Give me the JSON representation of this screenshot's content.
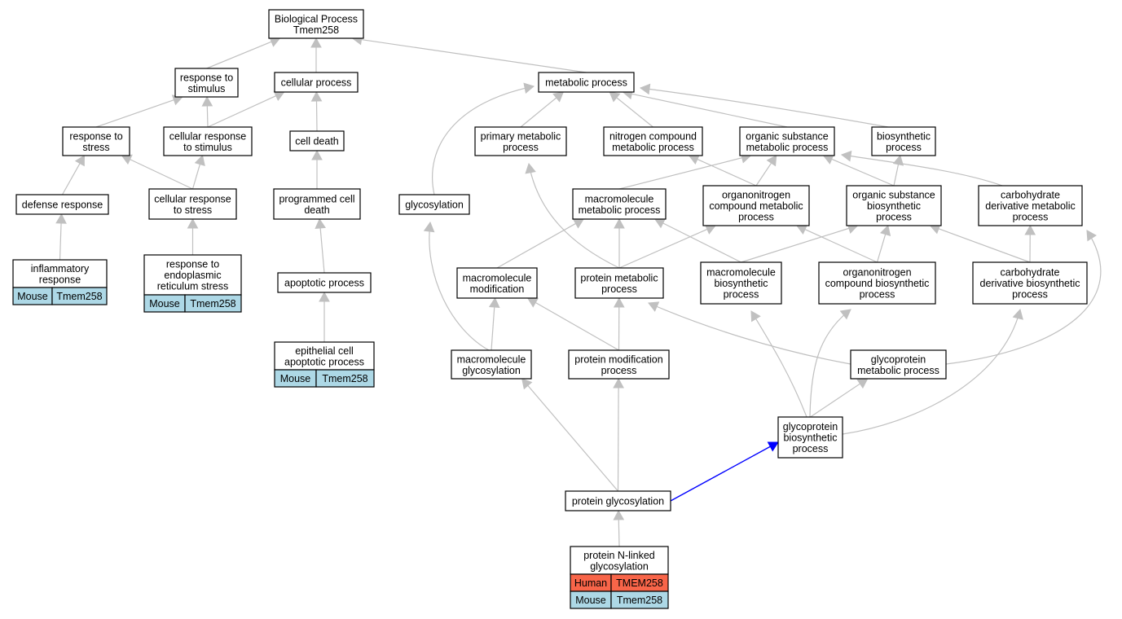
{
  "colors": {
    "edge": "#c0c0c0",
    "highlight_edge": "#0000ff",
    "mouse_fill": "#add8e6",
    "human_fill": "#f86549",
    "node_fill": "#ffffff",
    "node_border": "#000000"
  },
  "nodes": [
    {
      "id": "bp",
      "lines": [
        "Biological Process",
        "Tmem258"
      ]
    },
    {
      "id": "rts",
      "lines": [
        "response to",
        "stimulus"
      ]
    },
    {
      "id": "cp",
      "lines": [
        "cellular process"
      ]
    },
    {
      "id": "mp",
      "lines": [
        "metabolic process"
      ]
    },
    {
      "id": "rtstress",
      "lines": [
        "response to",
        "stress"
      ]
    },
    {
      "id": "crts",
      "lines": [
        "cellular response",
        "to stimulus"
      ]
    },
    {
      "id": "cd",
      "lines": [
        "cell death"
      ]
    },
    {
      "id": "pmp",
      "lines": [
        "primary metabolic",
        "process"
      ]
    },
    {
      "id": "ncmp",
      "lines": [
        "nitrogen compound",
        "metabolic process"
      ]
    },
    {
      "id": "osmp",
      "lines": [
        "organic substance",
        "metabolic process"
      ]
    },
    {
      "id": "biop",
      "lines": [
        "biosynthetic",
        "process"
      ]
    },
    {
      "id": "dr",
      "lines": [
        "defense response"
      ]
    },
    {
      "id": "crtstress",
      "lines": [
        "cellular response",
        "to stress"
      ]
    },
    {
      "id": "pcd",
      "lines": [
        "programmed cell",
        "death"
      ]
    },
    {
      "id": "glyc",
      "lines": [
        "glycosylation"
      ]
    },
    {
      "id": "mmp",
      "lines": [
        "macromolecule",
        "metabolic process"
      ]
    },
    {
      "id": "oncmp",
      "lines": [
        "organonitrogen",
        "compound metabolic",
        "process"
      ]
    },
    {
      "id": "osbp",
      "lines": [
        "organic substance",
        "biosynthetic",
        "process"
      ]
    },
    {
      "id": "cdmp",
      "lines": [
        "carbohydrate",
        "derivative metabolic",
        "process"
      ]
    },
    {
      "id": "ir",
      "lines": [
        "inflammatory",
        "response"
      ],
      "annotations": [
        {
          "species": "Mouse",
          "gene": "Tmem258"
        }
      ]
    },
    {
      "id": "rters",
      "lines": [
        "response to",
        "endoplasmic",
        "reticulum stress"
      ],
      "annotations": [
        {
          "species": "Mouse",
          "gene": "Tmem258"
        }
      ]
    },
    {
      "id": "ap",
      "lines": [
        "apoptotic process"
      ]
    },
    {
      "id": "mmod",
      "lines": [
        "macromolecule",
        "modification"
      ]
    },
    {
      "id": "prmp",
      "lines": [
        "protein metabolic",
        "process"
      ]
    },
    {
      "id": "mbp",
      "lines": [
        "macromolecule",
        "biosynthetic",
        "process"
      ]
    },
    {
      "id": "oncbp",
      "lines": [
        "organonitrogen",
        "compound biosynthetic",
        "process"
      ]
    },
    {
      "id": "cdbp",
      "lines": [
        "carbohydrate",
        "derivative biosynthetic",
        "process"
      ]
    },
    {
      "id": "ecap",
      "lines": [
        "epithelial cell",
        "apoptotic process"
      ],
      "annotations": [
        {
          "species": "Mouse",
          "gene": "Tmem258"
        }
      ]
    },
    {
      "id": "mglyc",
      "lines": [
        "macromolecule",
        "glycosylation"
      ]
    },
    {
      "id": "pmodp",
      "lines": [
        "protein modification",
        "process"
      ]
    },
    {
      "id": "gmp",
      "lines": [
        "glycoprotein",
        "metabolic process"
      ]
    },
    {
      "id": "gbp",
      "lines": [
        "glycoprotein",
        "biosynthetic",
        "process"
      ]
    },
    {
      "id": "pglyc",
      "lines": [
        "protein glycosylation"
      ]
    },
    {
      "id": "pnlg",
      "lines": [
        "protein N-linked",
        "glycosylation"
      ],
      "annotations": [
        {
          "species": "Human",
          "gene": "TMEM258"
        },
        {
          "species": "Mouse",
          "gene": "Tmem258"
        }
      ]
    }
  ],
  "edges": [
    {
      "from": "rts",
      "to": "bp"
    },
    {
      "from": "cp",
      "to": "bp"
    },
    {
      "from": "mp",
      "to": "bp"
    },
    {
      "from": "rtstress",
      "to": "rts"
    },
    {
      "from": "crts",
      "to": "rts"
    },
    {
      "from": "crts",
      "to": "cp"
    },
    {
      "from": "cd",
      "to": "cp"
    },
    {
      "from": "pmp",
      "to": "mp"
    },
    {
      "from": "ncmp",
      "to": "mp"
    },
    {
      "from": "osmp",
      "to": "mp"
    },
    {
      "from": "biop",
      "to": "mp"
    },
    {
      "from": "glyc",
      "to": "mp"
    },
    {
      "from": "dr",
      "to": "rtstress"
    },
    {
      "from": "crtstress",
      "to": "rtstress"
    },
    {
      "from": "crtstress",
      "to": "crts"
    },
    {
      "from": "pcd",
      "to": "cd"
    },
    {
      "from": "mmp",
      "to": "osmp"
    },
    {
      "from": "oncmp",
      "to": "ncmp"
    },
    {
      "from": "oncmp",
      "to": "osmp"
    },
    {
      "from": "osbp",
      "to": "osmp"
    },
    {
      "from": "osbp",
      "to": "biop"
    },
    {
      "from": "cdmp",
      "to": "osmp"
    },
    {
      "from": "ir",
      "to": "dr"
    },
    {
      "from": "rters",
      "to": "crtstress"
    },
    {
      "from": "ap",
      "to": "pcd"
    },
    {
      "from": "mmod",
      "to": "mmp"
    },
    {
      "from": "prmp",
      "to": "pmp"
    },
    {
      "from": "prmp",
      "to": "mmp"
    },
    {
      "from": "prmp",
      "to": "oncmp"
    },
    {
      "from": "mbp",
      "to": "mmp"
    },
    {
      "from": "mbp",
      "to": "osbp"
    },
    {
      "from": "oncbp",
      "to": "oncmp"
    },
    {
      "from": "oncbp",
      "to": "osbp"
    },
    {
      "from": "cdbp",
      "to": "osbp"
    },
    {
      "from": "cdbp",
      "to": "cdmp"
    },
    {
      "from": "ecap",
      "to": "ap"
    },
    {
      "from": "mglyc",
      "to": "glyc"
    },
    {
      "from": "mglyc",
      "to": "mmod"
    },
    {
      "from": "pmodp",
      "to": "mmod"
    },
    {
      "from": "pmodp",
      "to": "prmp"
    },
    {
      "from": "gmp",
      "to": "prmp"
    },
    {
      "from": "gmp",
      "to": "cdmp"
    },
    {
      "from": "gbp",
      "to": "mbp"
    },
    {
      "from": "gbp",
      "to": "oncbp"
    },
    {
      "from": "gbp",
      "to": "cdbp"
    },
    {
      "from": "gbp",
      "to": "gmp"
    },
    {
      "from": "pglyc",
      "to": "mglyc"
    },
    {
      "from": "pglyc",
      "to": "pmodp"
    },
    {
      "from": "pglyc",
      "to": "gbp",
      "highlight": true
    },
    {
      "from": "pnlg",
      "to": "pglyc"
    }
  ]
}
